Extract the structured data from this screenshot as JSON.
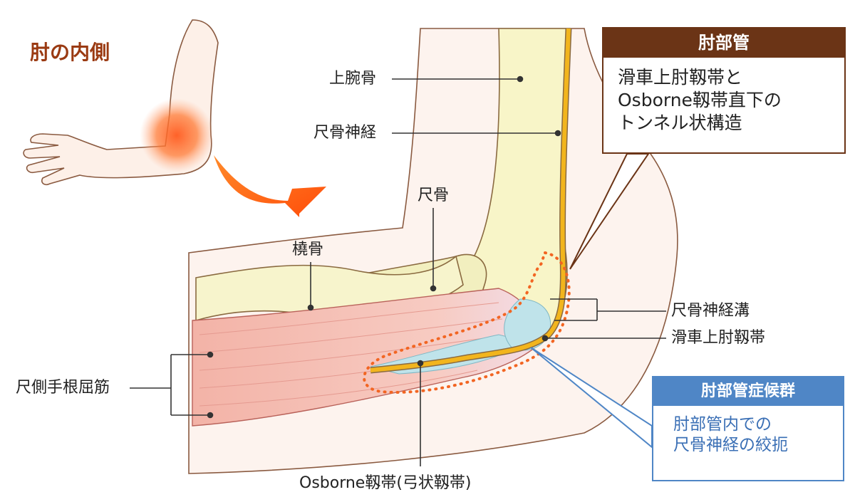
{
  "title": "肘の内側",
  "labels": {
    "humerus": "上腕骨",
    "ulnar_nerve": "尺骨神経",
    "ulna": "尺骨",
    "radius": "橈骨",
    "ulnar_nerve_groove": "尺骨神経溝",
    "trochlear_ligament": "滑車上肘靱帯",
    "fcu_muscle": "尺側手根屈筋",
    "osborne_ligament": "Osborne靱帯(弓状靱帯)"
  },
  "box_cubital_tunnel": {
    "heading": "肘部管",
    "lines": [
      "滑車上肘靱帯と",
      "Osborne靱帯直下の",
      "トンネル状構造"
    ]
  },
  "box_syndrome": {
    "heading": "肘部管症候群",
    "lines": [
      "肘部管内での",
      "尺骨神経の絞扼"
    ]
  },
  "colors": {
    "title": "#9a3a12",
    "box1_accent": "#6b3416",
    "box2_accent": "#4f86c6",
    "dotted_outline": "#f26522",
    "nerve": "#f2b51d",
    "bone": "#f8f5c8",
    "muscle": "#f5c8c0",
    "ligament": "#bfe3ea"
  }
}
